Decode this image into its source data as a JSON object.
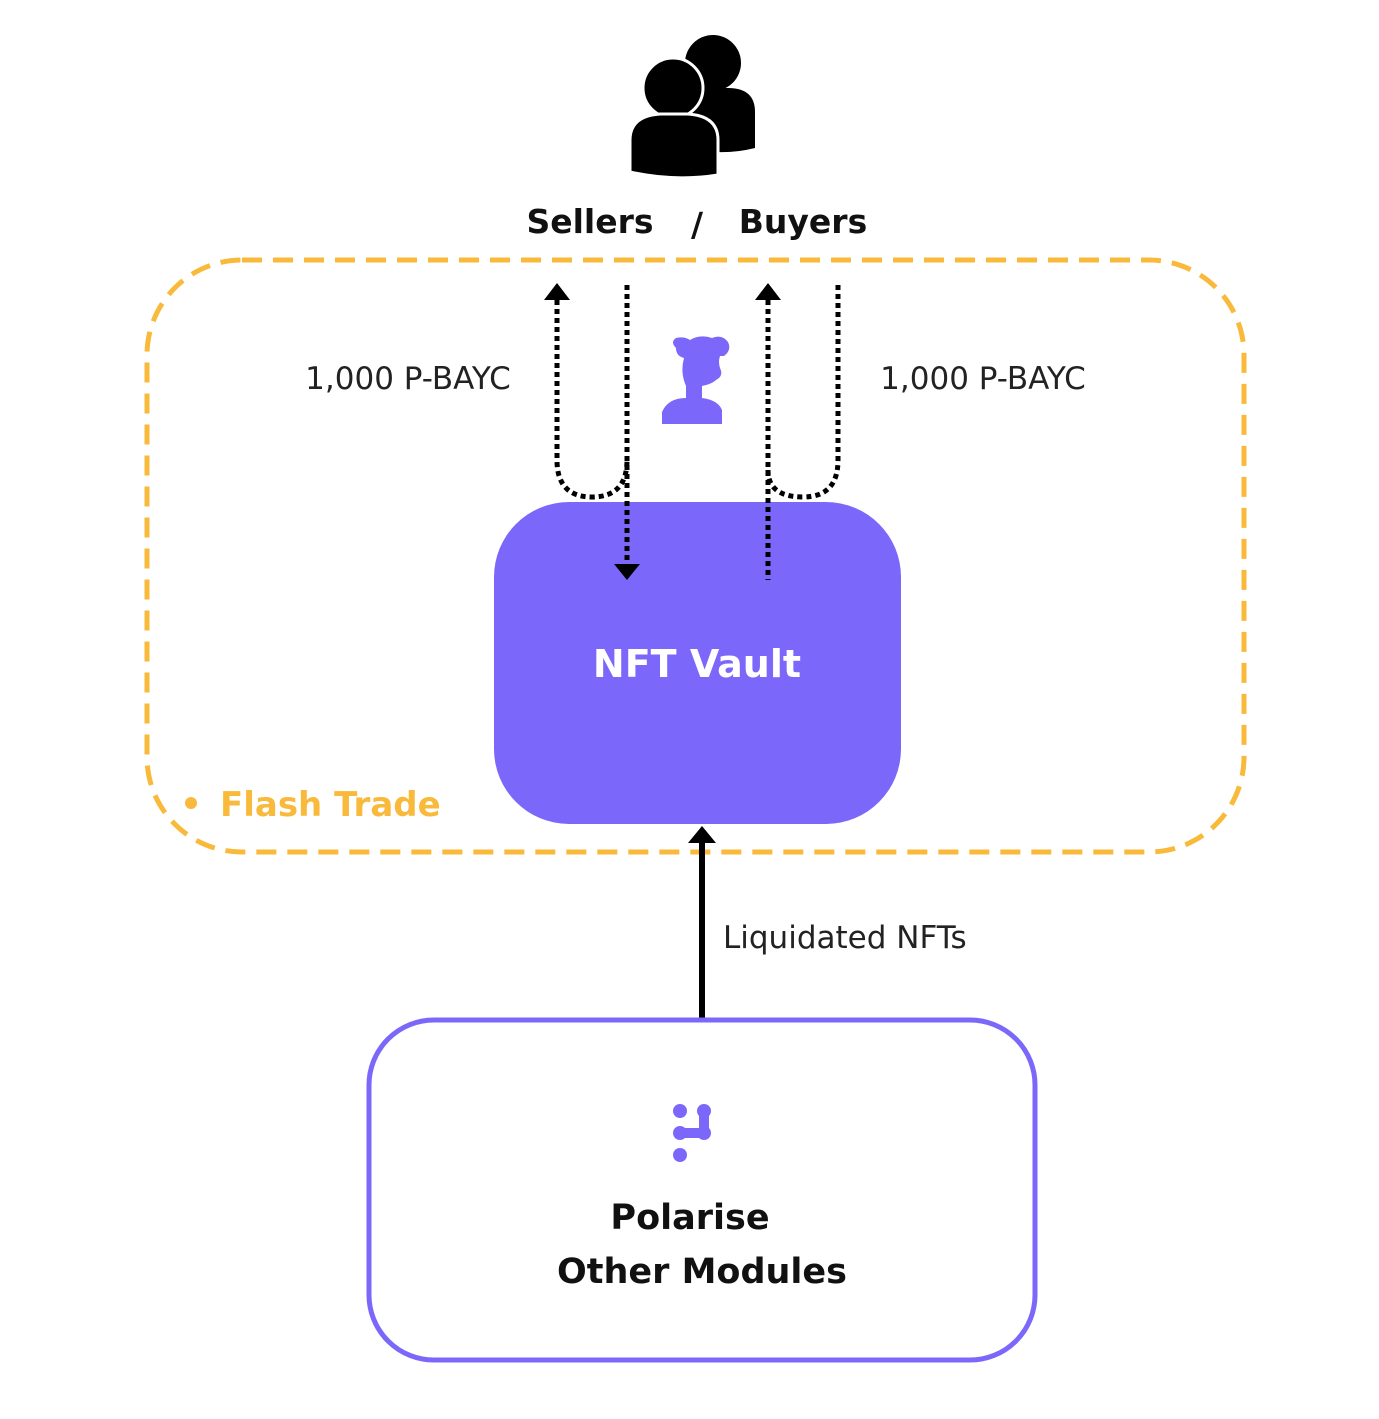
{
  "actors": {
    "icon": "users-icon",
    "sellers_label": "Sellers",
    "separator": "/",
    "buyers_label": "Buyers"
  },
  "flash_trade": {
    "label": "Flash Trade",
    "color": "#F9B93A"
  },
  "flows": {
    "left_amount": "1,000 P-BAYC",
    "right_amount": "1,000 P-BAYC",
    "liquidated": "Liquidated NFTs"
  },
  "nft_icon": "ape-nft-icon",
  "vault": {
    "label": "NFT Vault",
    "color": "#7B68FA"
  },
  "polarise": {
    "logo": "polarise-logo-icon",
    "line1": "Polarise",
    "line2": "Other Modules",
    "border_color": "#7B68FA"
  }
}
